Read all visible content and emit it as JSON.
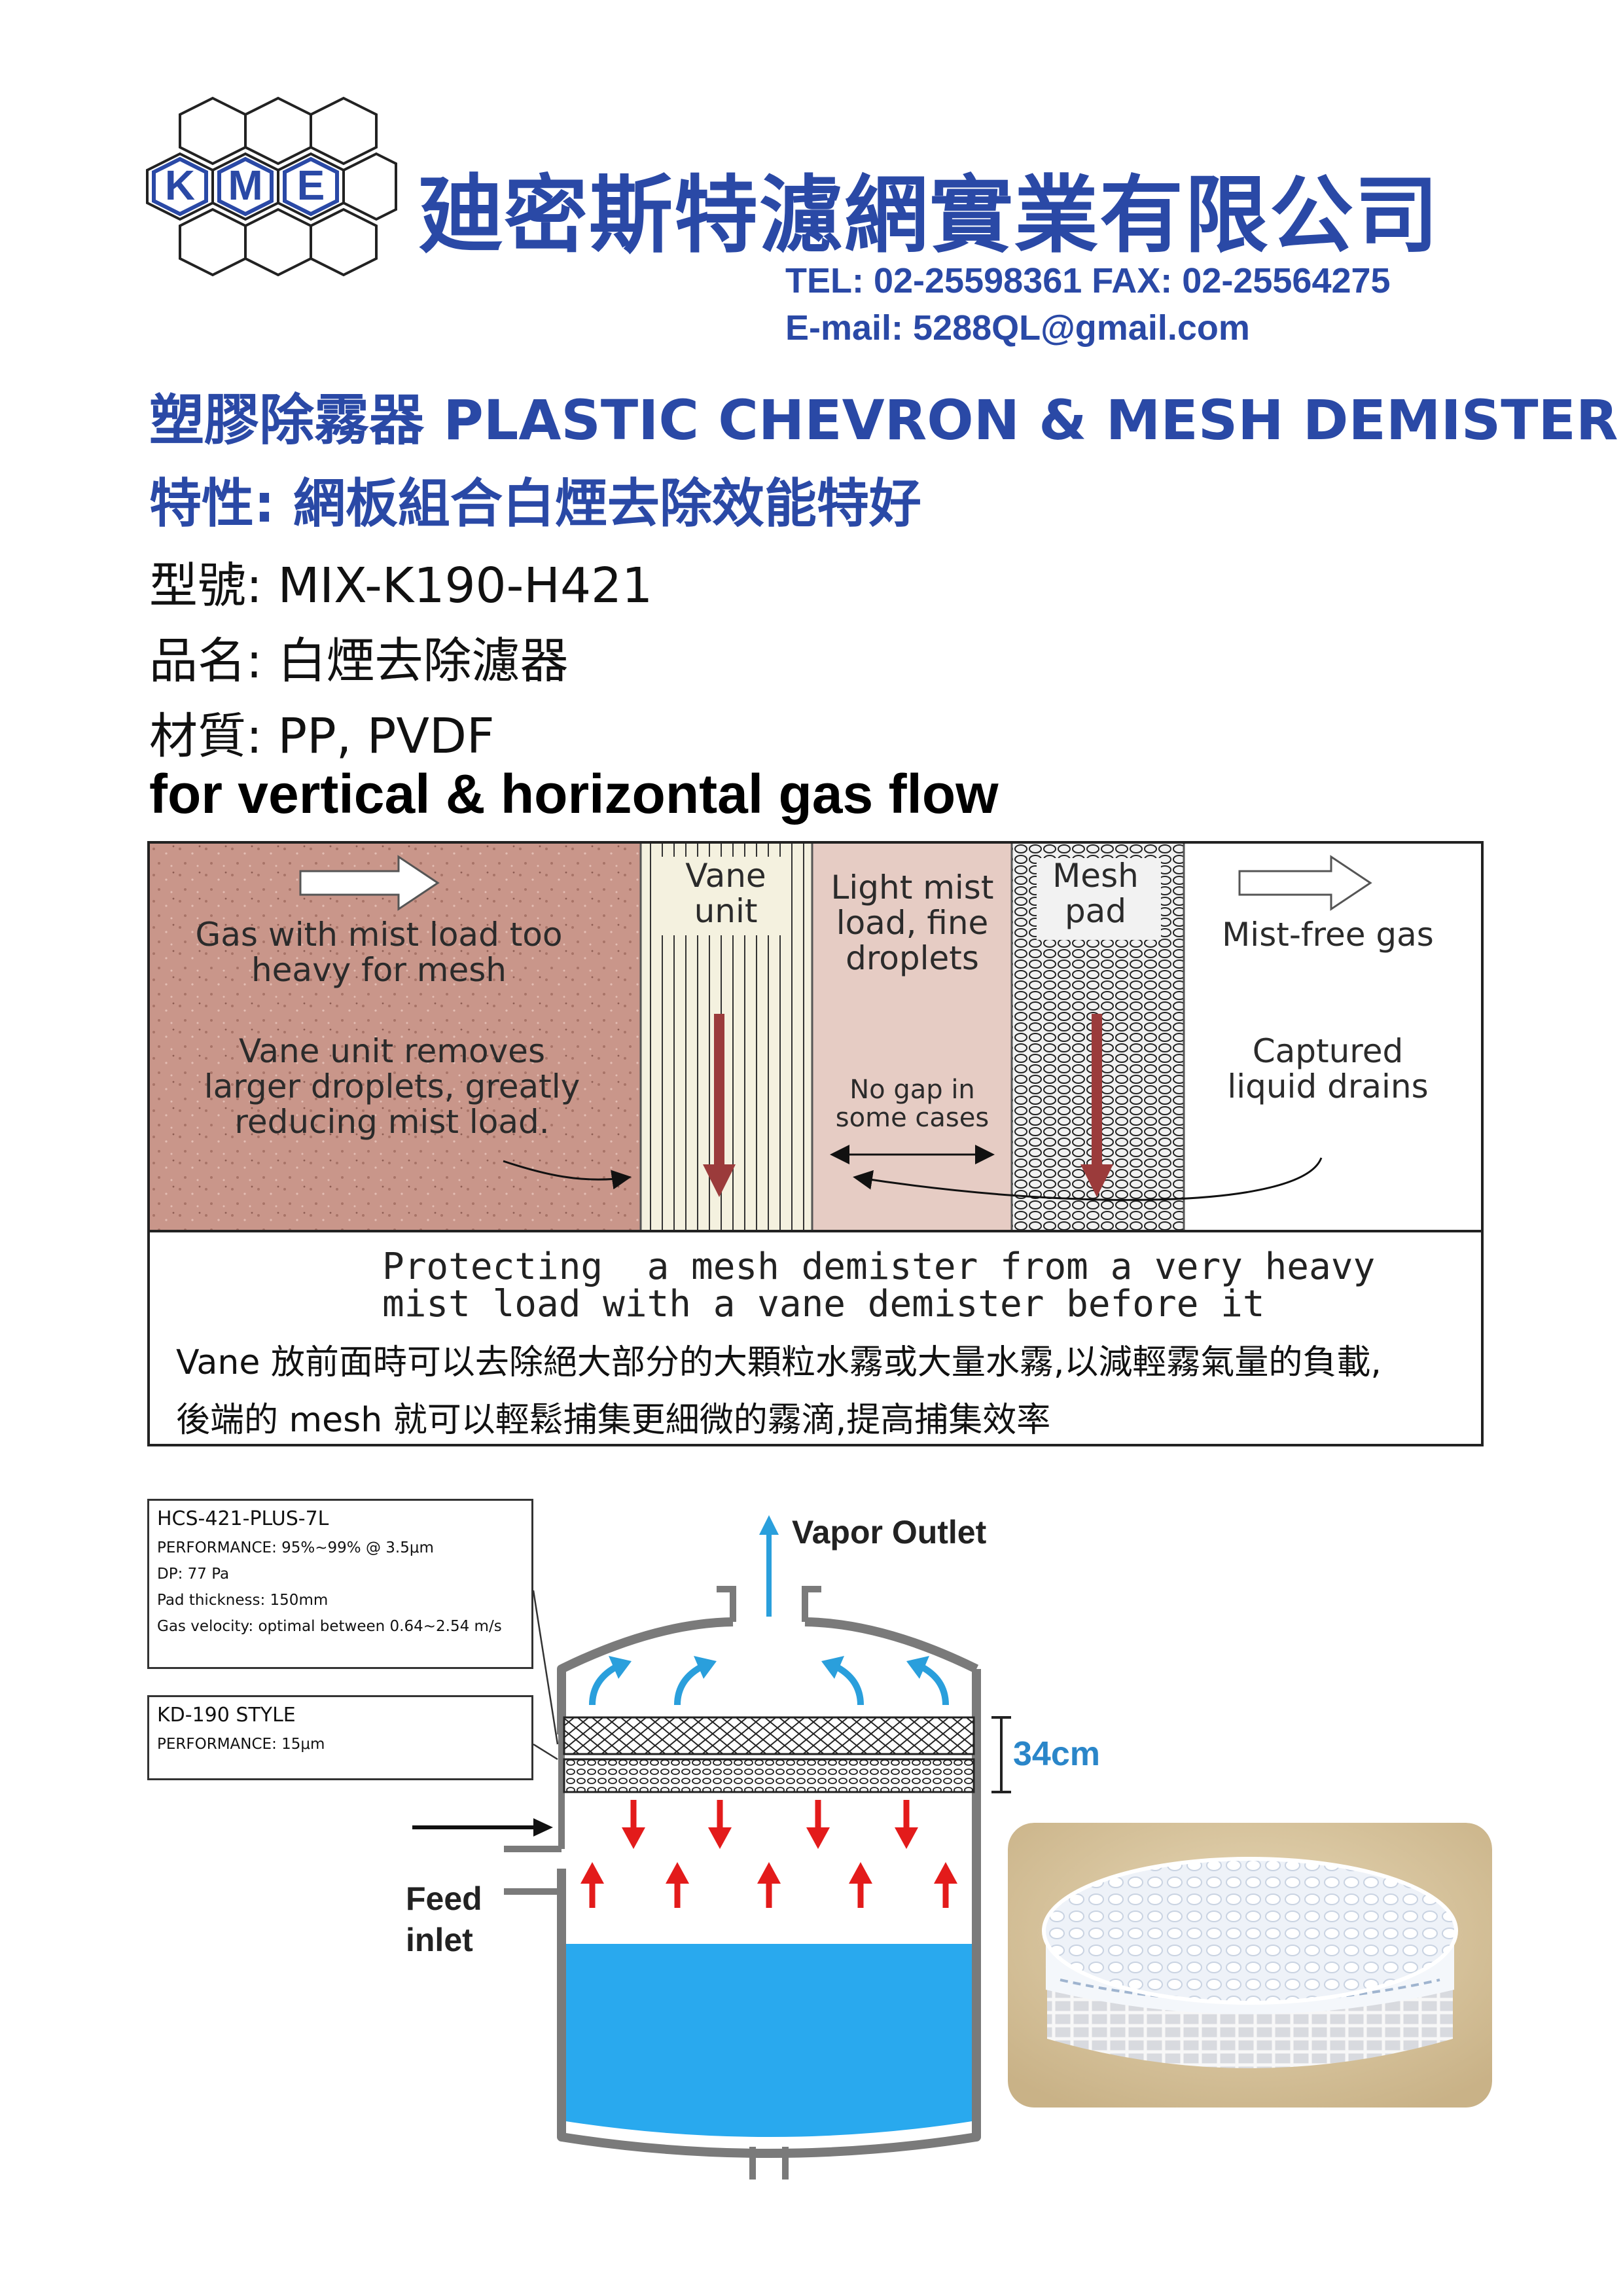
{
  "header": {
    "logo_text": "KME",
    "company_name": "廸密斯特濾網實業有限公司",
    "tel_fax": "TEL: 02-25598361  FAX: 02-25564275",
    "email": "E-mail: 5288QL@gmail.com"
  },
  "product": {
    "title": "塑膠除霧器 PLASTIC CHEVRON & MESH DEMISTER",
    "feature": "特性: 網板組合白煙去除效能特好",
    "model": "型號: MIX-K190-H421",
    "name": "品名: 白煙去除濾器",
    "material": "材質: PP, PVDF",
    "flow": "for vertical & horizontal gas flow"
  },
  "figure": {
    "gas_label": "Gas with mist load too heavy for mesh",
    "vane_remove_label": "Vane unit removes larger droplets, greatly reducing mist load.",
    "vane_unit_label": "Vane unit",
    "light_mist_label": "Light mist load, fine droplets",
    "no_gap_label": "No gap in some cases",
    "mesh_pad_label": "Mesh pad",
    "mist_free_label": "Mist-free gas",
    "captured_label": "Captured liquid drains",
    "caption_line1": "Protecting  a mesh demister from a very heavy",
    "caption_line2": "mist load with a vane demister before it",
    "zh_line1": "Vane 放前面時可以去除絕大部分的大顆粒水霧或大量水霧,以減輕霧氣量的負載,",
    "zh_line2": "後端的 mesh  就可以輕鬆捕集更細微的霧滴,提高捕集效率"
  },
  "spec_box_1": {
    "heading": "HCS-421-PLUS-7L",
    "lines": [
      "PERFORMANCE: 95%~99% @ 3.5μm",
      "DP: 77 Pa",
      "Pad thickness:  150mm",
      "Gas velocity: optimal between 0.64~2.54 m/s"
    ]
  },
  "spec_box_2": {
    "heading": "KD-190 STYLE",
    "lines": [
      "PERFORMANCE: 15μm"
    ]
  },
  "vessel": {
    "vapor_outlet": "Vapor Outlet",
    "feed_inlet": "Feed inlet",
    "dimension": "34cm"
  },
  "colors": {
    "brand_blue": "#2a49a6",
    "arrow_red": "#e31b1b",
    "arrow_blue": "#2a9fdc",
    "liquid_blue": "#29a9ee",
    "vane_drain_red": "#9b3b3b"
  }
}
